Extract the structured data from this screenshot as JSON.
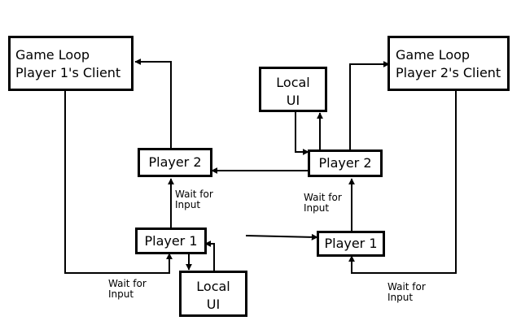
{
  "boxes": {
    "game_loop_p1": {
      "line1": "Game Loop",
      "line2": "Player 1's Client"
    },
    "game_loop_p2": {
      "line1": "Game Loop",
      "line2": "Player 2's Client"
    },
    "local_ui_top": {
      "line1": "Local",
      "line2": "UI"
    },
    "local_ui_bottom": {
      "line1": "Local",
      "line2": "UI"
    },
    "p1_client_player2": {
      "label": "Player 2"
    },
    "p1_client_player1": {
      "label": "Player 1"
    },
    "p2_client_player2": {
      "label": "Player 2"
    },
    "p2_client_player1": {
      "label": "Player 1"
    }
  },
  "labels": {
    "wait_mid_left": {
      "line1": "Wait for",
      "line2": "Input"
    },
    "wait_mid_right": {
      "line1": "Wait for",
      "line2": "Input"
    },
    "wait_bottom_left": {
      "line1": "Wait for",
      "line2": "Input"
    },
    "wait_bottom_right": {
      "line1": "Wait for",
      "line2": "Input"
    }
  }
}
